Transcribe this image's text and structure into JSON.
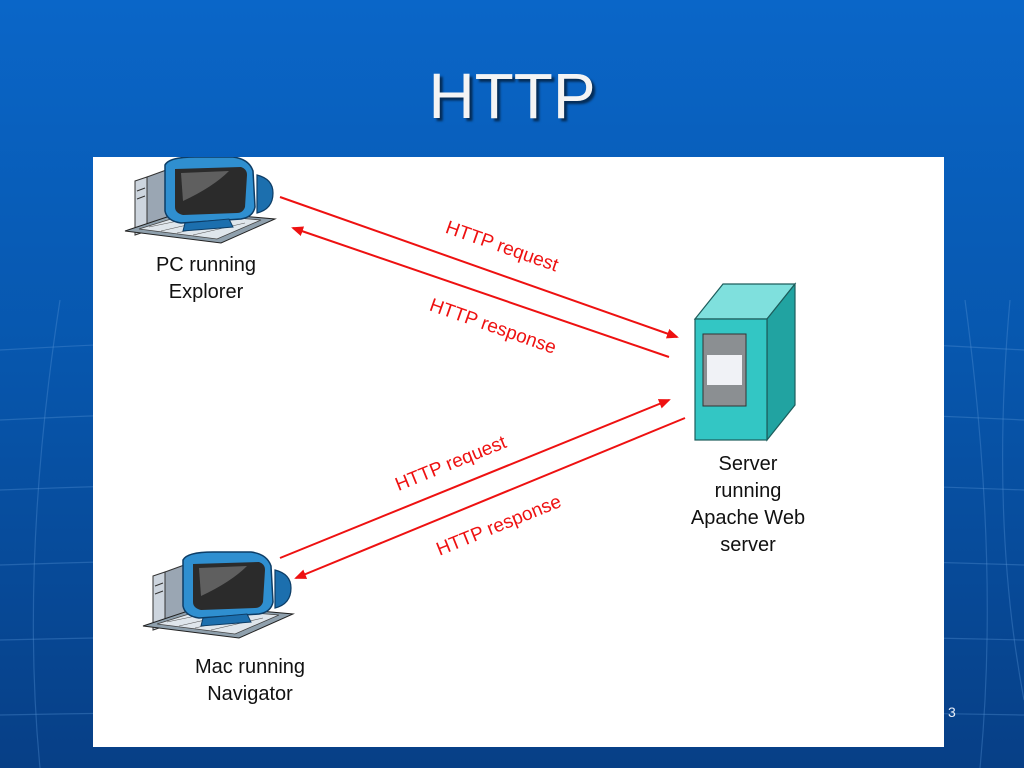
{
  "slide": {
    "title": "HTTP",
    "number": "3"
  },
  "nodes": {
    "pc": {
      "caption": "PC running\nExplorer",
      "icon": "desktop-computer-icon"
    },
    "mac": {
      "caption": "Mac running\nNavigator",
      "icon": "desktop-computer-icon"
    },
    "server": {
      "caption": "Server\nrunning\nApache Web\nserver",
      "icon": "server-icon"
    }
  },
  "messages": {
    "pc_request": "HTTP request",
    "pc_response": "HTTP response",
    "mac_request": "HTTP request",
    "mac_response": "HTTP response"
  },
  "colors": {
    "background": "#0757ae",
    "arrow": "#ee1111",
    "server": "#33c6c4",
    "monitor_frame": "#2f8fd0"
  }
}
